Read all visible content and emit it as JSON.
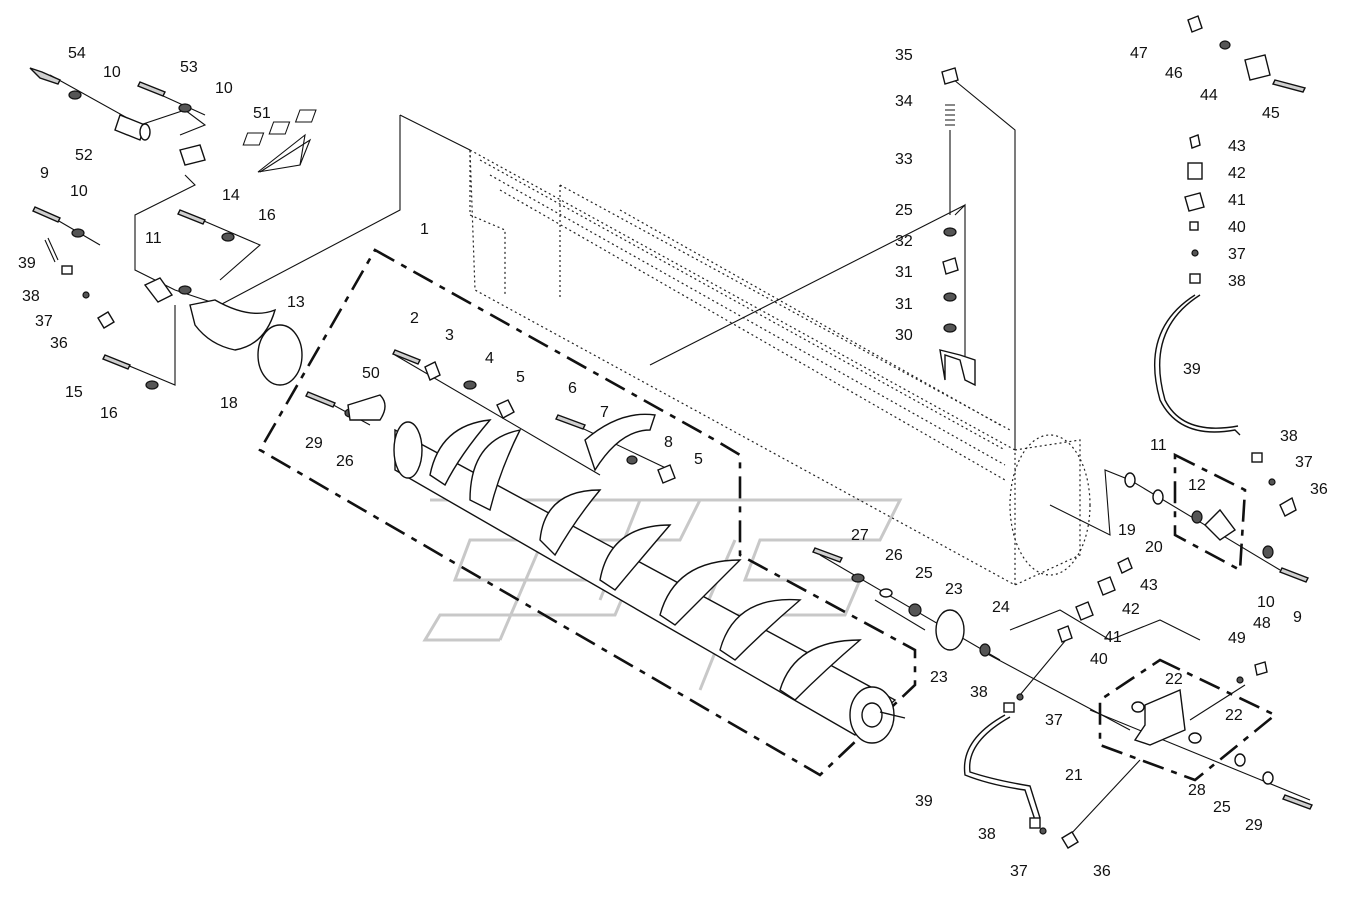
{
  "diagram": {
    "labels": [
      {
        "id": "l54",
        "text": "54"
      },
      {
        "id": "l10a",
        "text": "10"
      },
      {
        "id": "l53",
        "text": "53"
      },
      {
        "id": "l10b",
        "text": "10"
      },
      {
        "id": "l51",
        "text": "51"
      },
      {
        "id": "l52",
        "text": "52"
      },
      {
        "id": "l9a",
        "text": "9"
      },
      {
        "id": "l10c",
        "text": "10"
      },
      {
        "id": "l14",
        "text": "14"
      },
      {
        "id": "l16a",
        "text": "16"
      },
      {
        "id": "l11a",
        "text": "11"
      },
      {
        "id": "l39a",
        "text": "39"
      },
      {
        "id": "l38a",
        "text": "38"
      },
      {
        "id": "l37a",
        "text": "37"
      },
      {
        "id": "l36a",
        "text": "36"
      },
      {
        "id": "l13",
        "text": "13"
      },
      {
        "id": "l15",
        "text": "15"
      },
      {
        "id": "l16b",
        "text": "16"
      },
      {
        "id": "l18",
        "text": "18"
      },
      {
        "id": "l1",
        "text": "1"
      },
      {
        "id": "l2",
        "text": "2"
      },
      {
        "id": "l3",
        "text": "3"
      },
      {
        "id": "l4",
        "text": "4"
      },
      {
        "id": "l5a",
        "text": "5"
      },
      {
        "id": "l50",
        "text": "50"
      },
      {
        "id": "l29a",
        "text": "29"
      },
      {
        "id": "l26a",
        "text": "26"
      },
      {
        "id": "l6",
        "text": "6"
      },
      {
        "id": "l7",
        "text": "7"
      },
      {
        "id": "l8",
        "text": "8"
      },
      {
        "id": "l5b",
        "text": "5"
      },
      {
        "id": "l35",
        "text": "35"
      },
      {
        "id": "l34",
        "text": "34"
      },
      {
        "id": "l33",
        "text": "33"
      },
      {
        "id": "l25a",
        "text": "25"
      },
      {
        "id": "l32",
        "text": "32"
      },
      {
        "id": "l31a",
        "text": "31"
      },
      {
        "id": "l31b",
        "text": "31"
      },
      {
        "id": "l30",
        "text": "30"
      },
      {
        "id": "l47",
        "text": "47"
      },
      {
        "id": "l46",
        "text": "46"
      },
      {
        "id": "l44",
        "text": "44"
      },
      {
        "id": "l45",
        "text": "45"
      },
      {
        "id": "l43a",
        "text": "43"
      },
      {
        "id": "l42a",
        "text": "42"
      },
      {
        "id": "l41a",
        "text": "41"
      },
      {
        "id": "l40a",
        "text": "40"
      },
      {
        "id": "l37b",
        "text": "37"
      },
      {
        "id": "l38b",
        "text": "38"
      },
      {
        "id": "l39b",
        "text": "39"
      },
      {
        "id": "l38c",
        "text": "38"
      },
      {
        "id": "l37c",
        "text": "37"
      },
      {
        "id": "l36b",
        "text": "36"
      },
      {
        "id": "l11b",
        "text": "11"
      },
      {
        "id": "l12",
        "text": "12"
      },
      {
        "id": "l19",
        "text": "19"
      },
      {
        "id": "l20",
        "text": "20"
      },
      {
        "id": "l10d",
        "text": "10"
      },
      {
        "id": "l9b",
        "text": "9"
      },
      {
        "id": "l27",
        "text": "27"
      },
      {
        "id": "l26b",
        "text": "26"
      },
      {
        "id": "l25b",
        "text": "25"
      },
      {
        "id": "l23a",
        "text": "23"
      },
      {
        "id": "l24",
        "text": "24"
      },
      {
        "id": "l23b",
        "text": "23"
      },
      {
        "id": "l43b",
        "text": "43"
      },
      {
        "id": "l42b",
        "text": "42"
      },
      {
        "id": "l41b",
        "text": "41"
      },
      {
        "id": "l40b",
        "text": "40"
      },
      {
        "id": "l38d",
        "text": "38"
      },
      {
        "id": "l37d",
        "text": "37"
      },
      {
        "id": "l49",
        "text": "49"
      },
      {
        "id": "l48",
        "text": "48"
      },
      {
        "id": "l22a",
        "text": "22"
      },
      {
        "id": "l22b",
        "text": "22"
      },
      {
        "id": "l21",
        "text": "21"
      },
      {
        "id": "l28",
        "text": "28"
      },
      {
        "id": "l25c",
        "text": "25"
      },
      {
        "id": "l29b",
        "text": "29"
      },
      {
        "id": "l39c",
        "text": "39"
      },
      {
        "id": "l38e",
        "text": "38"
      },
      {
        "id": "l37e",
        "text": "37"
      },
      {
        "id": "l36c",
        "text": "36"
      }
    ]
  }
}
